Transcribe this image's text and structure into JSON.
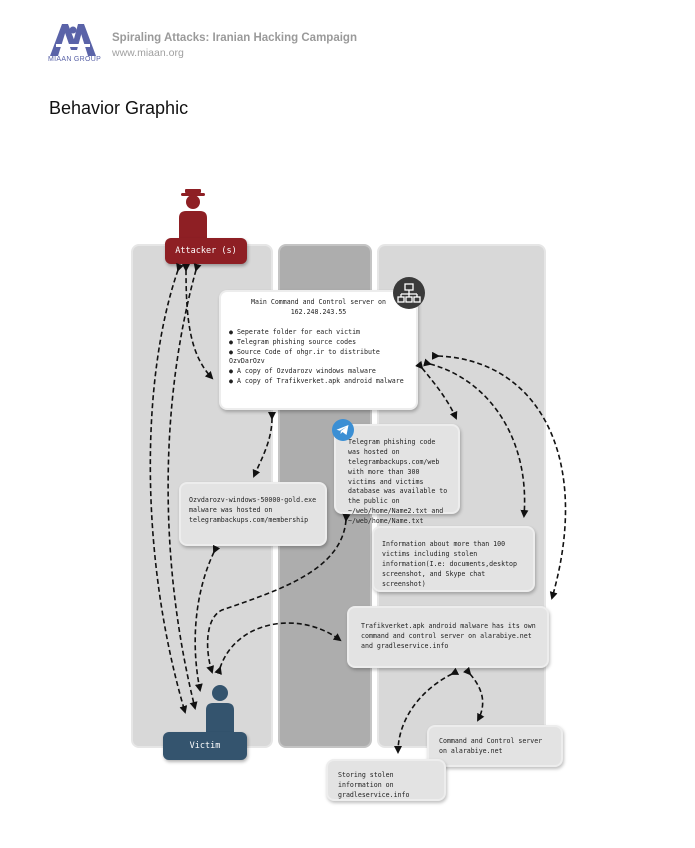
{
  "header": {
    "org_name": "MIAAN GROUP",
    "title": "Spiraling Attacks: Iranian Hacking Campaign",
    "url": "www.miaan.org"
  },
  "page_title": "Behavior Graphic",
  "colors": {
    "attacker": "#8e1f24",
    "victim": "#34546e",
    "logo": "#5a63a8",
    "telegram": "#3b8fd4",
    "panel": "#d8d8d8"
  },
  "diagram": {
    "attacker_label": "Attacker (s)",
    "victim_label": "Victim",
    "main_server": {
      "title": "Main Command and Control server on",
      "ip": "162.248.243.55",
      "items": [
        "● Seperate folder for each victim",
        "● Telegram phishing source codes",
        "● Source Code of ohgr.ir to distribute OzvDarOzv",
        "● A copy of Ozvdarozv windows malware",
        "● A copy of Trafikverket.apk android malware"
      ]
    },
    "telegram_box": "Telegram phishing code was hosted on telegrambackups.com/web with more than 300 victims and victims database was available to the public on ~/web/home/Name2.txt and ~/web/home/Name.txt",
    "ozv_box": "Ozvdarozv-windows-50000-gold.exe malware was hosted on telegrambackups.com/membership",
    "info_box": "Information about more than 100 victims including stolen information(I.e: documents,desktop screenshot, and Skype chat screenshot)",
    "trafik_box": "Trafikverket.apk android malware has its own command and control server on alarabiye.net and gradleservice.info",
    "cc_box": "Command and Control server on alarabiye.net",
    "storing_box": "Storing stolen information on gradleservice.info",
    "icons": [
      "network-icon",
      "telegram-icon",
      "attacker-person-icon",
      "victim-person-icon"
    ]
  }
}
